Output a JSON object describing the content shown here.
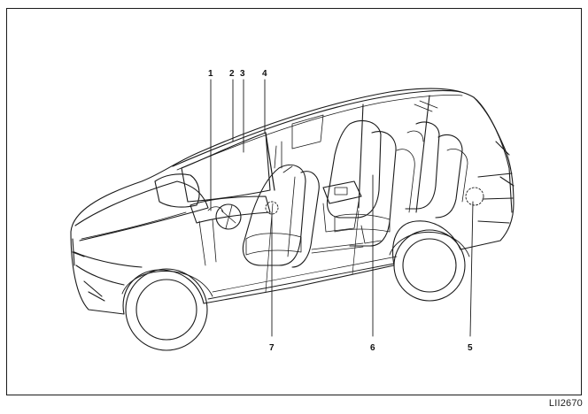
{
  "figure": {
    "code": "LII2670"
  },
  "callouts": [
    {
      "id": "1",
      "label": "1"
    },
    {
      "id": "2",
      "label": "2"
    },
    {
      "id": "3",
      "label": "3"
    },
    {
      "id": "4",
      "label": "4"
    },
    {
      "id": "5",
      "label": "5"
    },
    {
      "id": "6",
      "label": "6"
    },
    {
      "id": "7",
      "label": "7"
    }
  ],
  "colors": {
    "line": "#1a1a1a",
    "background": "#ffffff"
  }
}
